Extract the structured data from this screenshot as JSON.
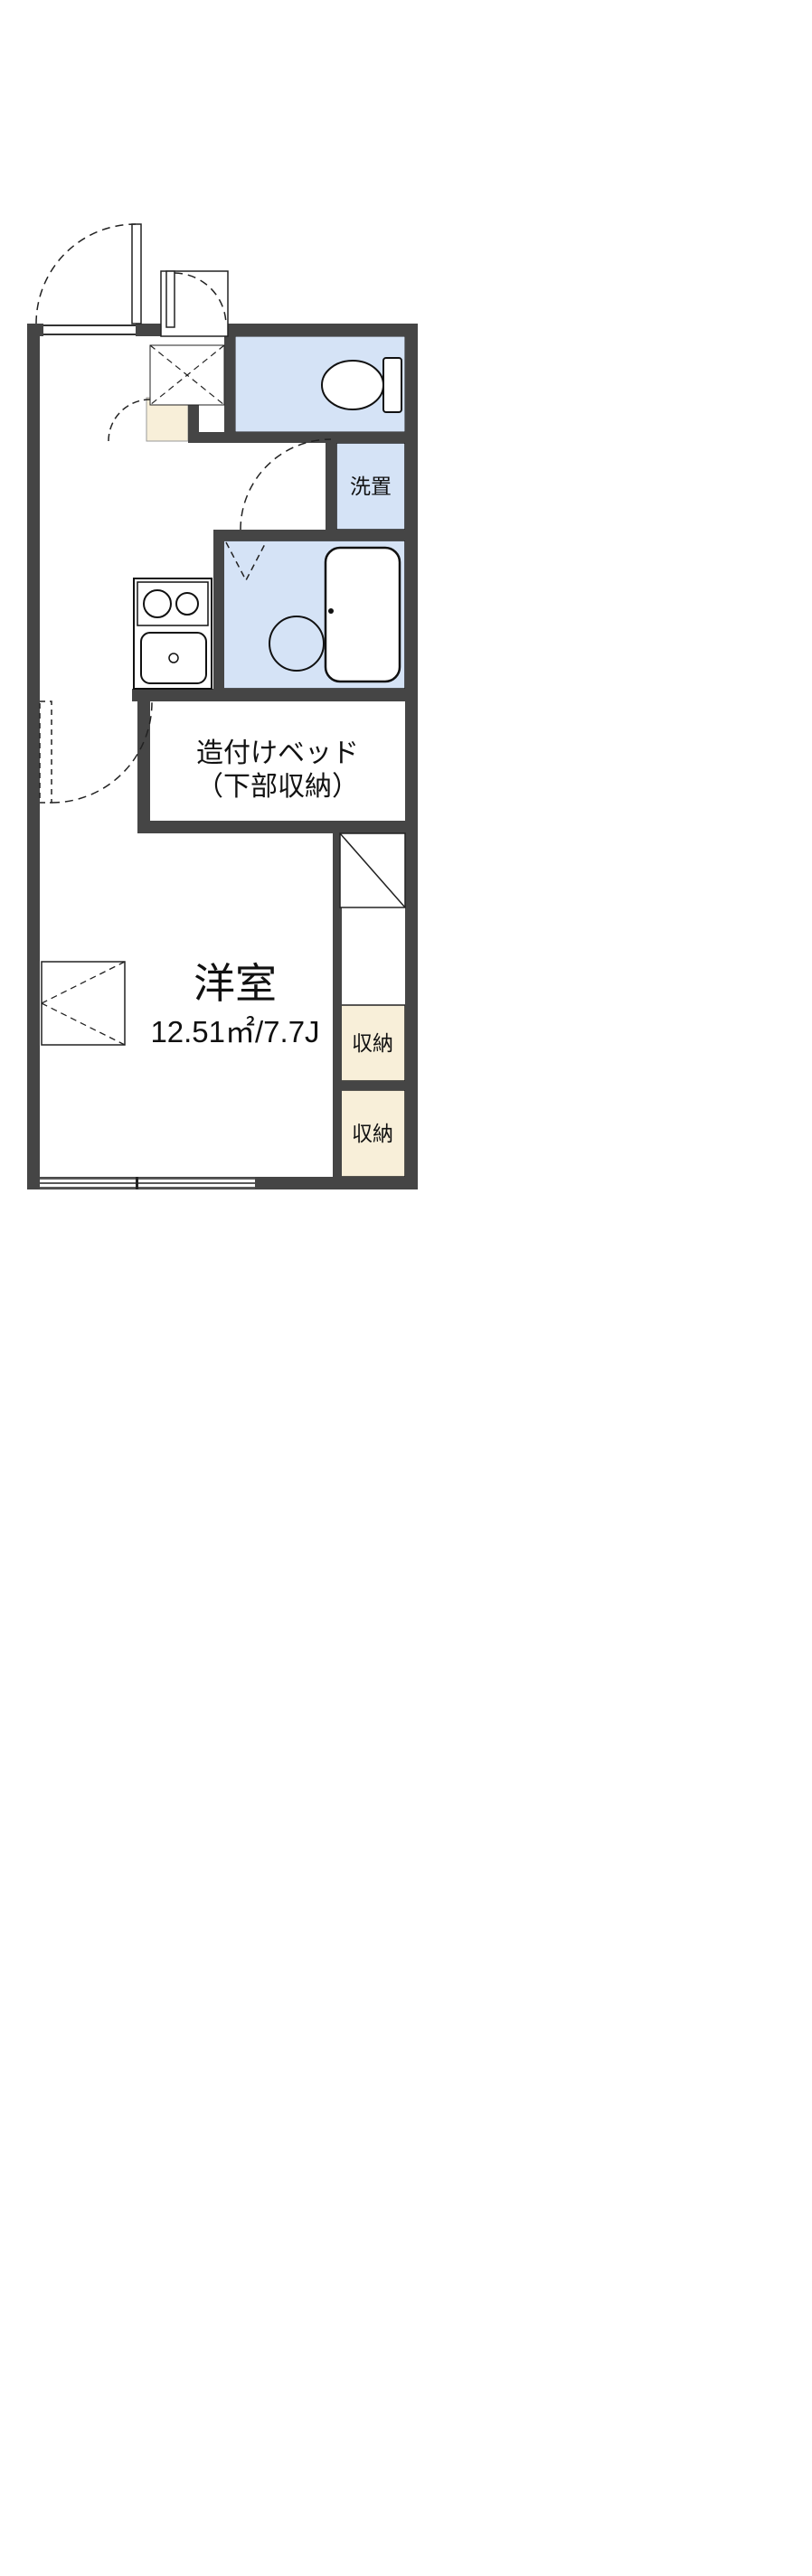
{
  "document": {
    "type": "apartment-floorplan",
    "background": "#ffffff"
  },
  "colors": {
    "wall": "#454545",
    "wet_room": "#d5e3f6",
    "storage": "#f8efd9",
    "outline": "#111111"
  },
  "labels": {
    "laundry": "洗置",
    "built_in_bed_line1": "造付けベッド",
    "built_in_bed_line2": "（下部収納）",
    "main_room_name": "洋室",
    "main_room_size": "12.51㎡/7.7J",
    "storage_upper": "収納",
    "storage_lower": "収納"
  }
}
